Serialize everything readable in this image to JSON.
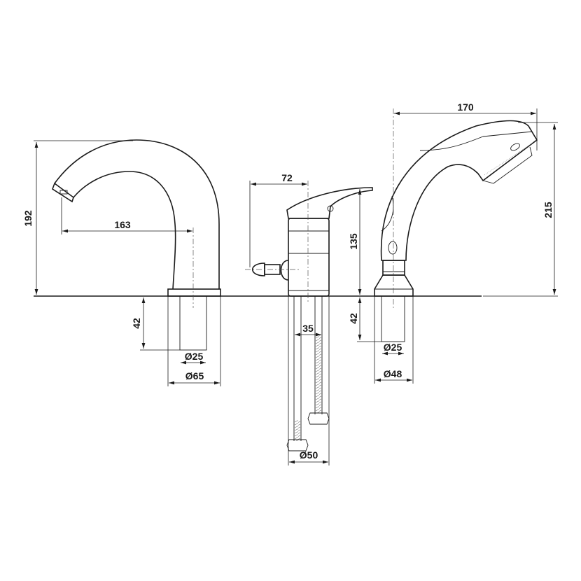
{
  "drawing": {
    "spout": {
      "height": "192",
      "reach": "163",
      "thread_length": "42",
      "thread_diameter": "Ø25",
      "base_diameter": "Ø65"
    },
    "mixer": {
      "lever_offset": "72",
      "height": "135",
      "pipe_spacing": "35",
      "base_diameter": "Ø50"
    },
    "hand_shower": {
      "length": "170",
      "height": "215",
      "thread_length": "42",
      "thread_diameter": "Ø25",
      "base_diameter": "Ø48"
    }
  }
}
